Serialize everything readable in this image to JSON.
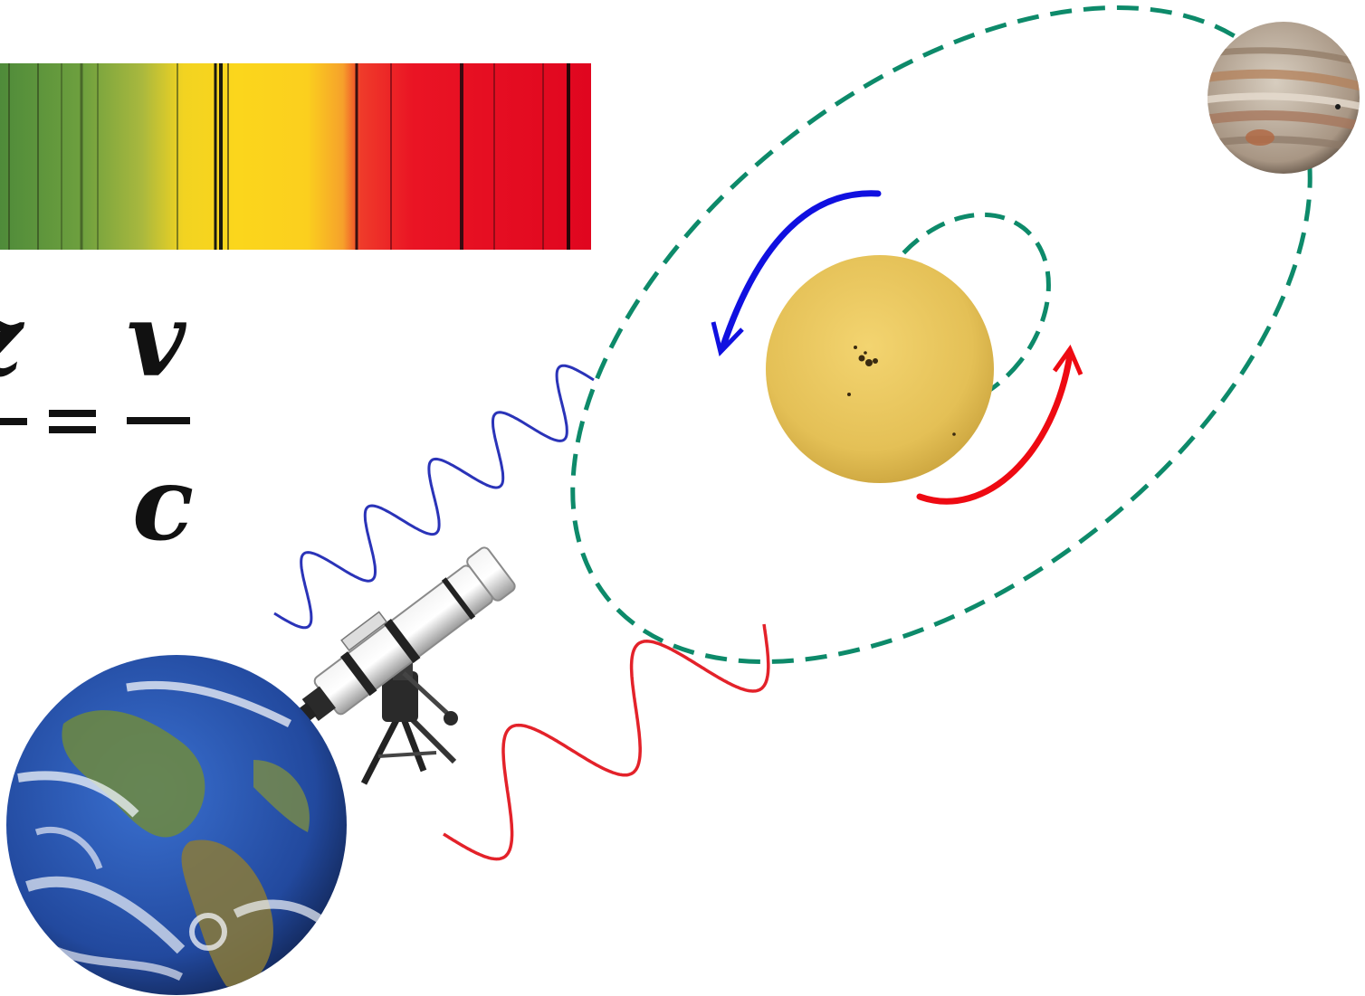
{
  "equation": {
    "numerator": "v",
    "denominator": "c",
    "equals": "="
  },
  "colors": {
    "orbit": "#0d8a6a",
    "blueshift_arrow": "#1010e0",
    "redshift_arrow": "#ee0a12",
    "blue_wave": "#2a33b8",
    "red_wave": "#e3222a",
    "sun": "#e8c35a",
    "ocean": "#2b56b8"
  },
  "icons": [
    "spectrum-strip",
    "telescope-icon",
    "earth-icon",
    "sun-icon",
    "jupiter-icon"
  ]
}
